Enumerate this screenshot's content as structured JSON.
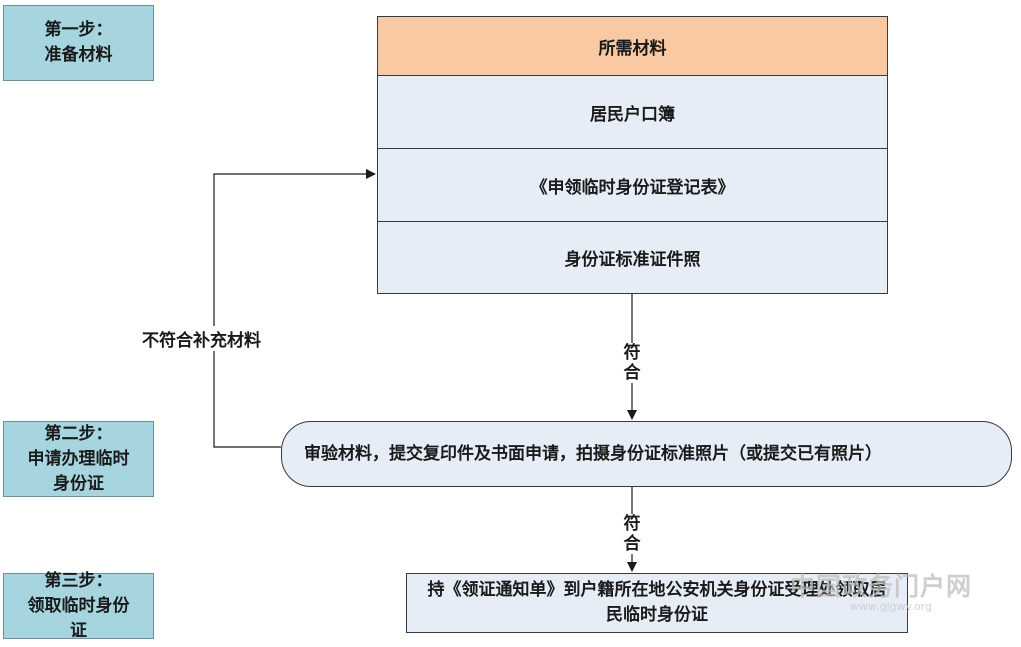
{
  "steps": {
    "step1": {
      "line1": "第一步：",
      "line2": "准备材料"
    },
    "step2": {
      "line1": "第二步：",
      "line2": "申请办理临时",
      "line3": "身份证"
    },
    "step3": {
      "line1": "第三步：",
      "line2": "领取临时身份",
      "line3": "证"
    }
  },
  "materials": {
    "header": "所需材料",
    "items": [
      "居民户口簿",
      "《申领临时身份证登记表》",
      "身份证标准证件照"
    ]
  },
  "process": {
    "text": "审验材料，提交复印件及书面申请，拍摄身份证标准照片（或提交已有照片）"
  },
  "final": {
    "text": "持《领证通知单》到户籍所在地公安机关身份证受理处领取居民临时身份证"
  },
  "connectors": {
    "return_label": "不符合补充材料",
    "pass_label_1": "符合",
    "pass_label_2": "符合"
  },
  "watermark": {
    "text": "中国政务门户网",
    "sub": "www.gjgwy.org"
  },
  "colors": {
    "step_fill": "#a6d4df",
    "header_fill": "#f8c9a2",
    "box_fill": "#e6edf6",
    "line": "#1a1a1a"
  }
}
